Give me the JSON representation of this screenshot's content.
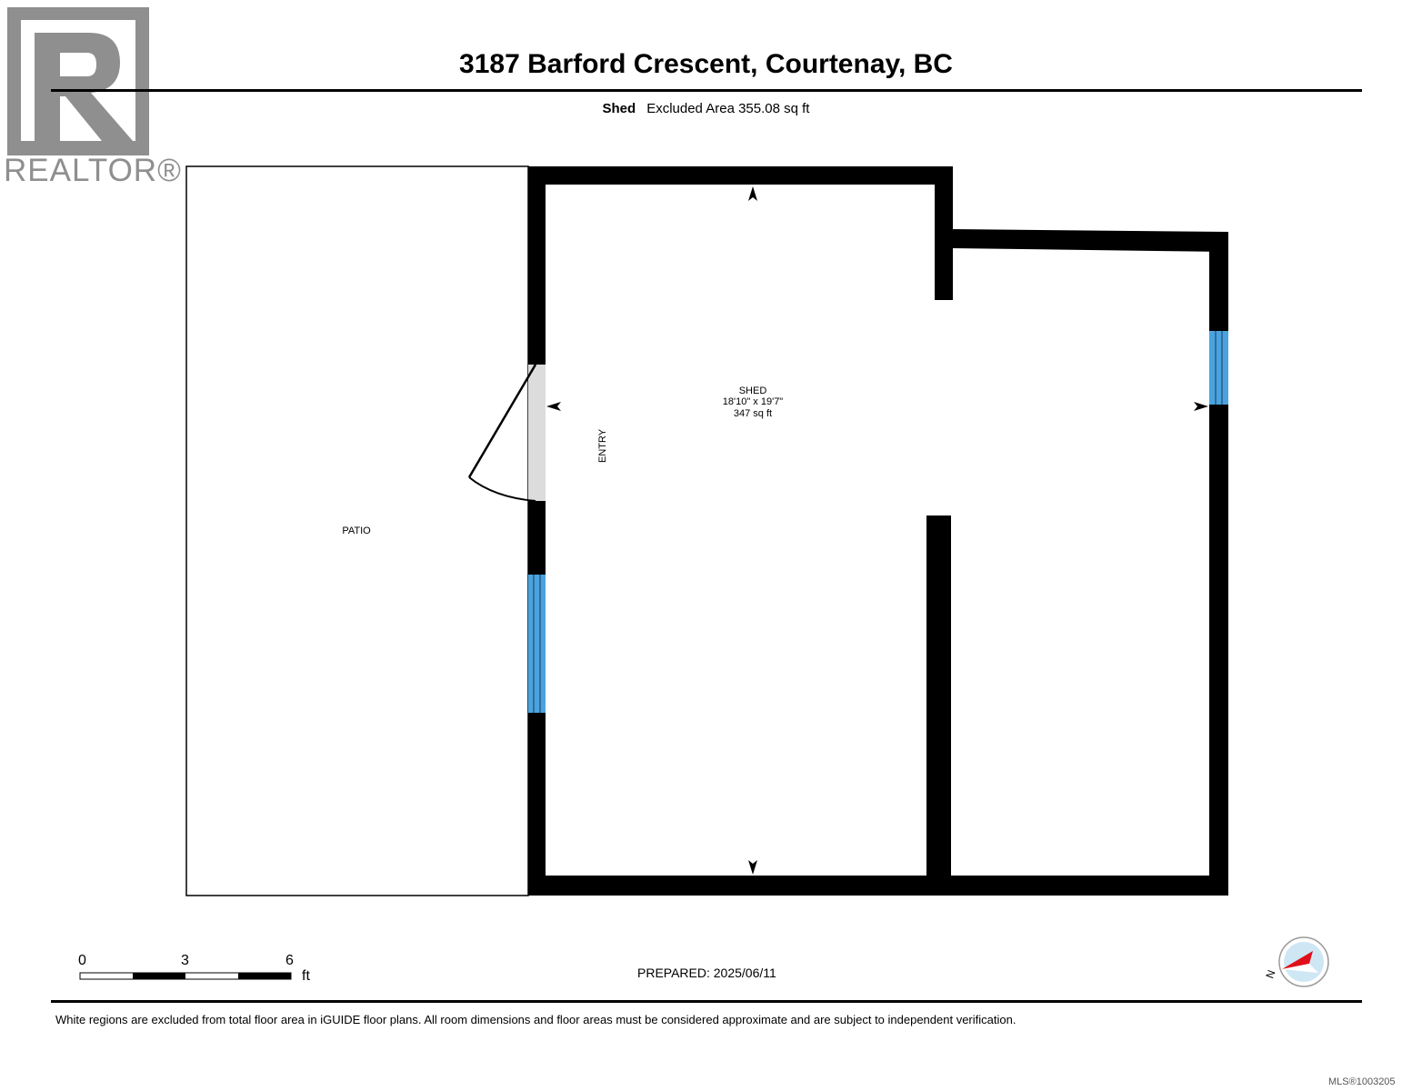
{
  "logo": {
    "text": "REALTOR®"
  },
  "header": {
    "title": "3187 Barford Crescent, Courtenay, BC"
  },
  "subtitle": {
    "level": "Shed",
    "excluded": "Excluded Area 355.08 sq ft"
  },
  "rooms": {
    "shed": {
      "name": "SHED",
      "dimensions": "18'10\" x 19'7\"",
      "area": "347 sq ft"
    },
    "patio": {
      "name": "PATIO"
    },
    "entry": {
      "name": "ENTRY"
    }
  },
  "scale": {
    "labels": [
      "0",
      "3",
      "6"
    ],
    "unit": "ft"
  },
  "prepared": "PREPARED: 2025/06/11",
  "compass": {
    "label": "N"
  },
  "footnote": "White regions are excluded from total floor area in iGUIDE floor plans. All room dimensions and floor areas must be considered approximate and are subject to independent verification.",
  "mls": "MLS®1003205",
  "colors": {
    "wall": "#000000",
    "window": "#4aa3df",
    "logo": "#8f8f8f",
    "compass_arrow": "#e0101a"
  }
}
